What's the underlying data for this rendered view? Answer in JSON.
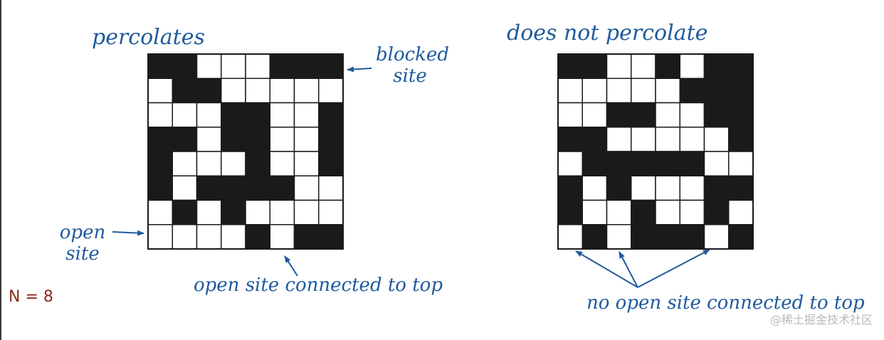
{
  "colors": {
    "accent": "#1f5a9c",
    "blocked": "#1a1a1a",
    "open": "#ffffff",
    "n_label": "#8b2c1c",
    "watermark": "#b9b9b9"
  },
  "labels": {
    "percolates": "percolates",
    "does_not_percolate": "does not percolate",
    "blocked_site_line1": "blocked",
    "blocked_site_line2": "site",
    "open_site_line1": "open",
    "open_site_line2": "site",
    "open_site_connected": "open site connected to top",
    "no_open_site_connected": "no open site connected to top",
    "n_label": "N = 8"
  },
  "watermark": "@稀土掘金技术社区",
  "grids": [
    {
      "name": "percolates",
      "cells": [
        [
          1,
          1,
          0,
          0,
          0,
          1,
          1,
          1
        ],
        [
          0,
          1,
          1,
          0,
          0,
          0,
          0,
          0
        ],
        [
          0,
          0,
          0,
          1,
          1,
          0,
          0,
          1
        ],
        [
          1,
          1,
          0,
          1,
          1,
          0,
          0,
          1
        ],
        [
          1,
          0,
          0,
          0,
          1,
          0,
          0,
          1
        ],
        [
          1,
          0,
          1,
          1,
          1,
          1,
          0,
          0
        ],
        [
          0,
          1,
          0,
          1,
          0,
          0,
          0,
          0
        ],
        [
          0,
          0,
          0,
          0,
          1,
          0,
          1,
          1
        ]
      ]
    },
    {
      "name": "does-not-percolate",
      "cells": [
        [
          1,
          1,
          0,
          0,
          1,
          0,
          1,
          1
        ],
        [
          0,
          0,
          0,
          0,
          0,
          1,
          1,
          1
        ],
        [
          0,
          0,
          1,
          1,
          0,
          0,
          1,
          1
        ],
        [
          1,
          1,
          0,
          0,
          0,
          0,
          0,
          1
        ],
        [
          0,
          1,
          1,
          1,
          1,
          1,
          0,
          0
        ],
        [
          1,
          0,
          1,
          0,
          0,
          0,
          1,
          1
        ],
        [
          1,
          0,
          0,
          1,
          0,
          0,
          1,
          0
        ],
        [
          0,
          1,
          0,
          1,
          1,
          1,
          0,
          1
        ]
      ]
    }
  ]
}
